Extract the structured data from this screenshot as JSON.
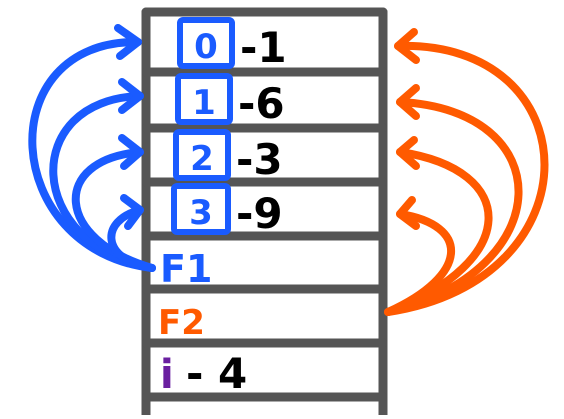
{
  "colors": {
    "frame": "#555555",
    "blue": "#1a5bff",
    "orange": "#ff5a00",
    "purple": "#6a1fa0",
    "text": "#000000"
  },
  "cells": [
    {
      "index": "0",
      "value": "-1"
    },
    {
      "index": "1",
      "value": "-6"
    },
    {
      "index": "2",
      "value": "-3"
    },
    {
      "index": "3",
      "value": "-9"
    }
  ],
  "labels": {
    "f1": "F1",
    "f2": "F2",
    "i_name": "i",
    "i_value": "- 4"
  }
}
